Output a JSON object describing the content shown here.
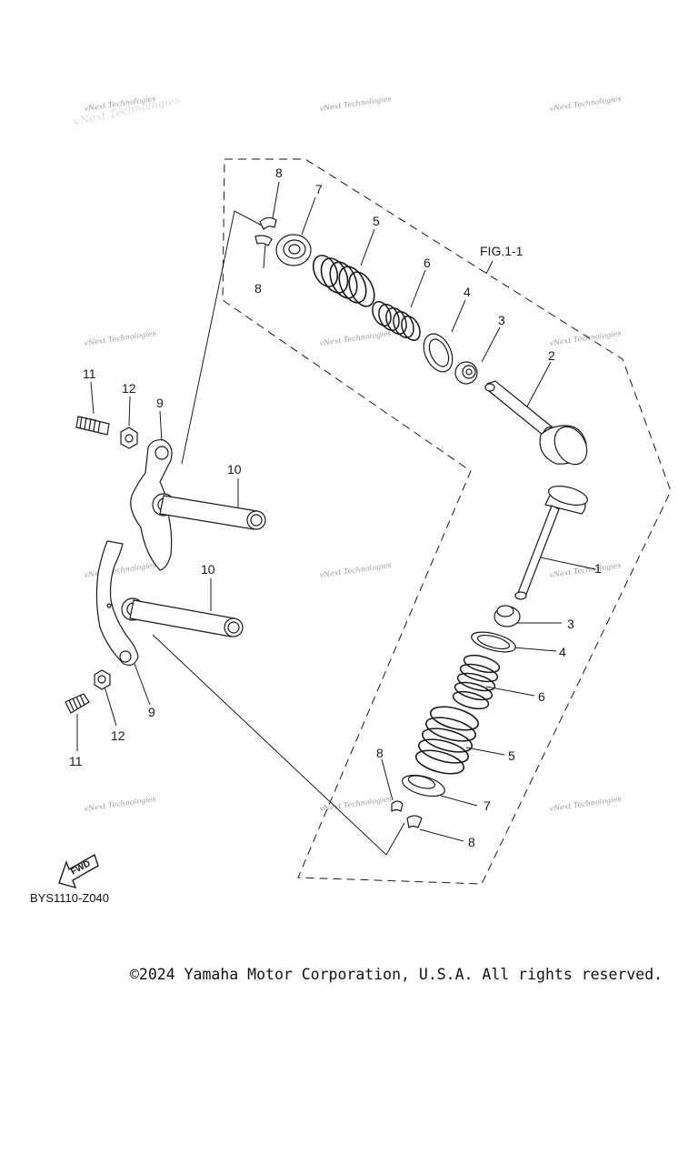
{
  "figure_ref": "FIG.1-1",
  "diagram_code": "BYS1110-Z040",
  "copyright": "©2024 Yamaha Motor Corporation, U.S.A. All rights reserved.",
  "fwd_label": "FWD",
  "watermark": "vNext Technologies",
  "callouts": {
    "c8a": "8",
    "c7a": "7",
    "c5a": "5",
    "c8b": "8",
    "c6a": "6",
    "c4a": "4",
    "c3a": "3",
    "c2": "2",
    "c11a": "11",
    "c12a": "12",
    "c9a": "9",
    "c10a": "10",
    "c10b": "10",
    "c1": "1",
    "c3b": "3",
    "c4b": "4",
    "c6b": "6",
    "c5b": "5",
    "c7b": "7",
    "c8c": "8",
    "c8d": "8",
    "c9b": "9",
    "c12b": "12",
    "c11b": "11"
  },
  "colors": {
    "line": "#1a1a1a",
    "paper": "#ffffff"
  }
}
